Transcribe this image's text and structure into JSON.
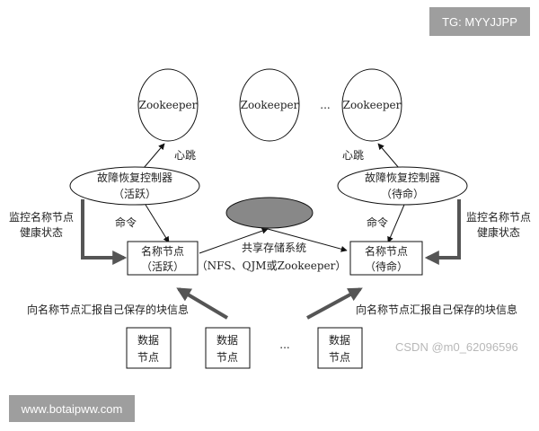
{
  "watermarks": {
    "top_right": "TG: MYYJJPP",
    "bottom_left": "www.botaipww.com",
    "csdn": "CSDN @m0_62096596"
  },
  "zookeepers": [
    "Zookeeper",
    "Zookeeper",
    "Zookeeper"
  ],
  "ellipsis": "...",
  "heartbeat": "心跳",
  "controller_active": {
    "line1": "故障恢复控制器",
    "line2": "（活跃）"
  },
  "controller_standby": {
    "line1": "故障恢复控制器",
    "line2": "（待命）"
  },
  "command": "命令",
  "monitor": {
    "line1": "监控名称节点",
    "line2": "健康状态"
  },
  "namenode_active": {
    "line1": "名称节点",
    "line2": "（活跃）"
  },
  "namenode_standby": {
    "line1": "名称节点",
    "line2": "（待命）"
  },
  "shared_storage": {
    "line1": "共享存储系统",
    "line2": "（NFS、QJM或Zookeeper）"
  },
  "report": "向名称节点汇报自己保存的块信息",
  "datanode": {
    "line1": "数据",
    "line2": "节点"
  },
  "colors": {
    "line": "#111111",
    "thick": "#555555",
    "storage": "#888888",
    "watermark": "#9e9e9e"
  }
}
